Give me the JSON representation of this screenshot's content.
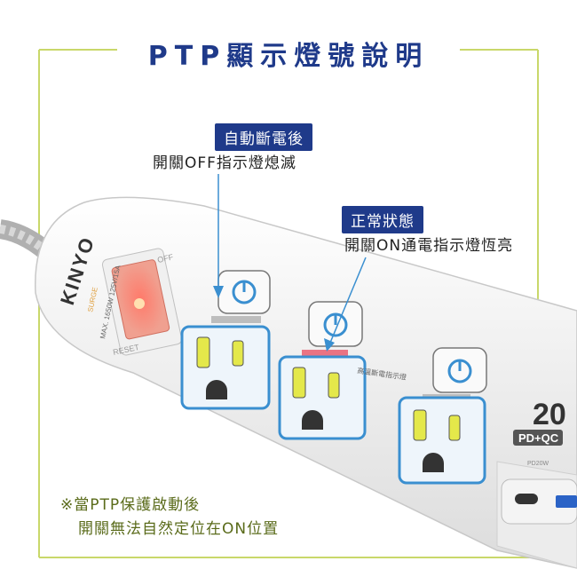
{
  "title": "PTP顯示燈號說明",
  "callout_off": {
    "tag": "自動斷電後",
    "desc": "開關OFF指示燈熄滅"
  },
  "callout_on": {
    "tag": "正常狀態",
    "desc": "開關ON通電指示燈恆亮"
  },
  "note": {
    "line1": "※當PTP保護啟動後",
    "line2": "開關無法自然定位在ON位置"
  },
  "product": {
    "brand": "KINYO",
    "switch_label_off": "OFF",
    "switch_label_reset": "RESET",
    "surge_label": "SURGE",
    "rating": "MAX. 1650W 125V/15A",
    "temp_indicator_label": "高溫斷電指示燈",
    "power_number": "20",
    "pd_qc_label": "PD+QC",
    "pd_port_label": "PD20W"
  },
  "colors": {
    "accent_blue": "#1f3a8a",
    "frame_green": "#c9d86a",
    "socket_blue": "#3a8fd0",
    "prong_yellow": "#e4e84a",
    "indicator_red": "#e84a5f"
  }
}
